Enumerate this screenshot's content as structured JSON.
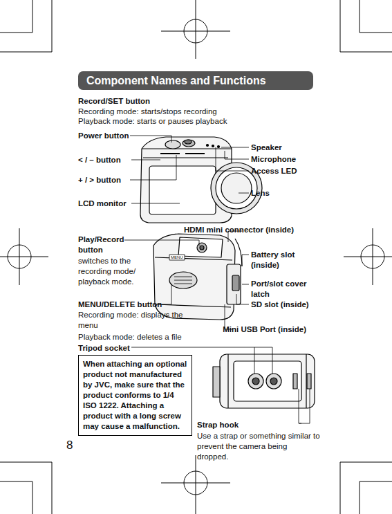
{
  "diagram": {
    "title": "Component Names and Functions",
    "nodes": [
      {
        "text": [
          "When attaching an optional product not manufactured by JVC, make sure that the product conforms to 1/4 ISO 1222. Attaching a product with a long screw may cause a malfunction."
        ]
      }
    ],
    "labels": [
      "Record/SET button",
      "Recording mode: starts/stops recording",
      "Playback mode: starts or pauses playback",
      "Power button",
      "< / – button",
      "+ / > button",
      "LCD monitor",
      "Speaker",
      "Microphone",
      "Access LED",
      "Lens",
      "HDMI mini connector (inside)",
      "Play/Record button",
      "switches to the recording mode/ playback mode.",
      "Battery slot (inside)",
      "Port/slot cover latch",
      "SD slot (inside)",
      "MENU/DELETE button",
      "Recording mode: displays the menu",
      "Playback mode: deletes a file",
      "Mini USB Port (inside)",
      "Tripod socket",
      "Strap hook",
      "Use a strap or something similar to prevent the camera being dropped.",
      "8",
      "MENU"
    ]
  }
}
